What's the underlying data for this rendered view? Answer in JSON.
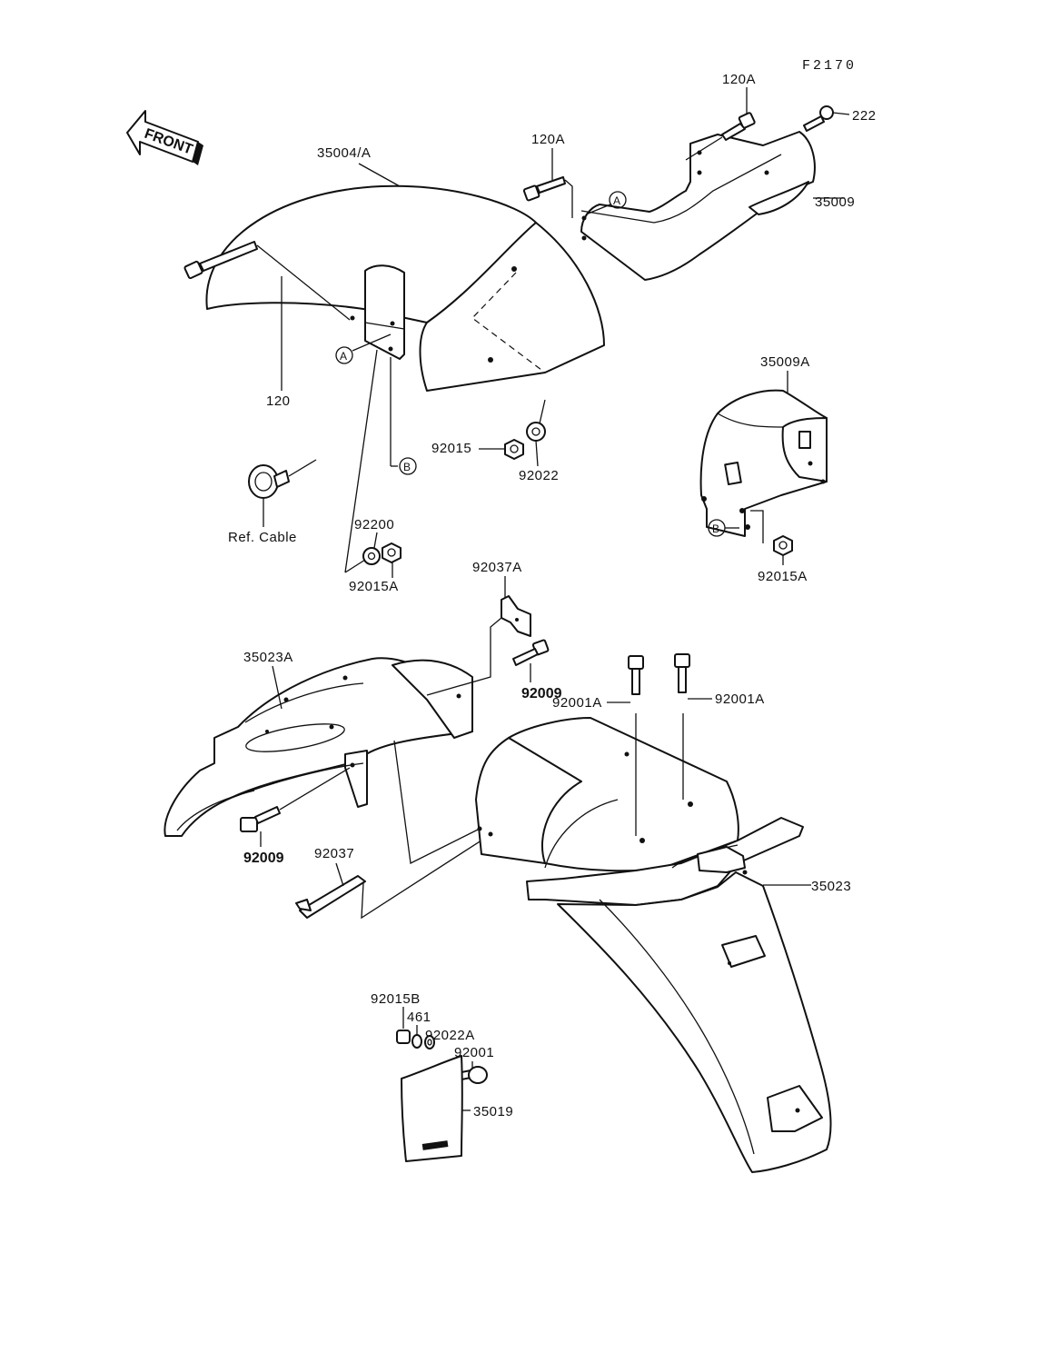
{
  "figure_code": "F2170",
  "front_arrow": "FRONT",
  "callouts": {
    "a": "A",
    "b": "B"
  },
  "labels": {
    "p35004": "35004/A",
    "p120": "120",
    "p120a_top": "120A",
    "p120a_mid": "120A",
    "p222": "222",
    "p35009": "35009",
    "p35009a": "35009A",
    "p92015": "92015",
    "p92022": "92022",
    "ref_cable": "Ref. Cable",
    "p92200": "92200",
    "p92015a_left": "92015A",
    "p92015a_right": "92015A",
    "p92037a": "92037A",
    "p35023a": "35023A",
    "p92009_top": "92009",
    "p92001a_left": "92001A",
    "p92001a_right": "92001A",
    "p92009_bottom": "92009",
    "p92037": "92037",
    "p35023": "35023",
    "p92015b": "92015B",
    "p461": "461",
    "p92022a": "92022A",
    "p92001": "92001",
    "p35019": "35019"
  }
}
